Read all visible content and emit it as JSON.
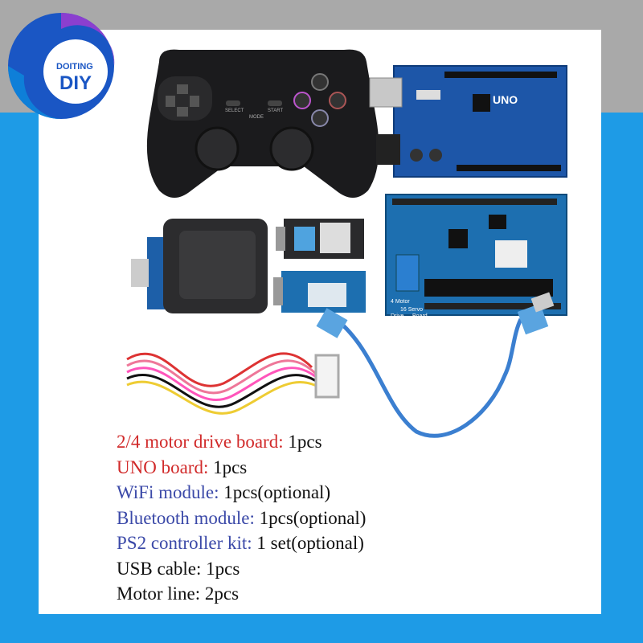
{
  "brand": {
    "name_top": "DOITING",
    "name_bottom": "DIY"
  },
  "colors": {
    "red_label": "#d12a2a",
    "blue_label": "#3b49a8",
    "black_label": "#111111",
    "background_blue": "#1e9be6",
    "background_gray": "#a9a9a9"
  },
  "products": {
    "controller": {
      "select": "SELECT",
      "mode": "MODE",
      "start": "START"
    },
    "uno": {
      "label": "UNO"
    },
    "shield": {
      "label_1": "4 Motor",
      "label_2": "16 Servo",
      "label_3": "Drive",
      "label_4": "Board"
    }
  },
  "items": [
    {
      "label": "2/4 motor drive board:",
      "value": " 1pcs",
      "style": "red"
    },
    {
      "label": "UNO board:",
      "value": " 1pcs",
      "style": "red"
    },
    {
      "label": "WiFi module:",
      "value": " 1pcs(optional)",
      "style": "blue"
    },
    {
      "label": "Bluetooth module:",
      "value": " 1pcs(optional)",
      "style": "blue"
    },
    {
      "label": "PS2 controller kit:",
      "value": " 1 set(optional)",
      "style": "blue"
    },
    {
      "label": "USB cable:",
      "value": " 1pcs",
      "style": "black"
    },
    {
      "label": "Motor line:",
      "value": " 2pcs",
      "style": "black"
    }
  ]
}
